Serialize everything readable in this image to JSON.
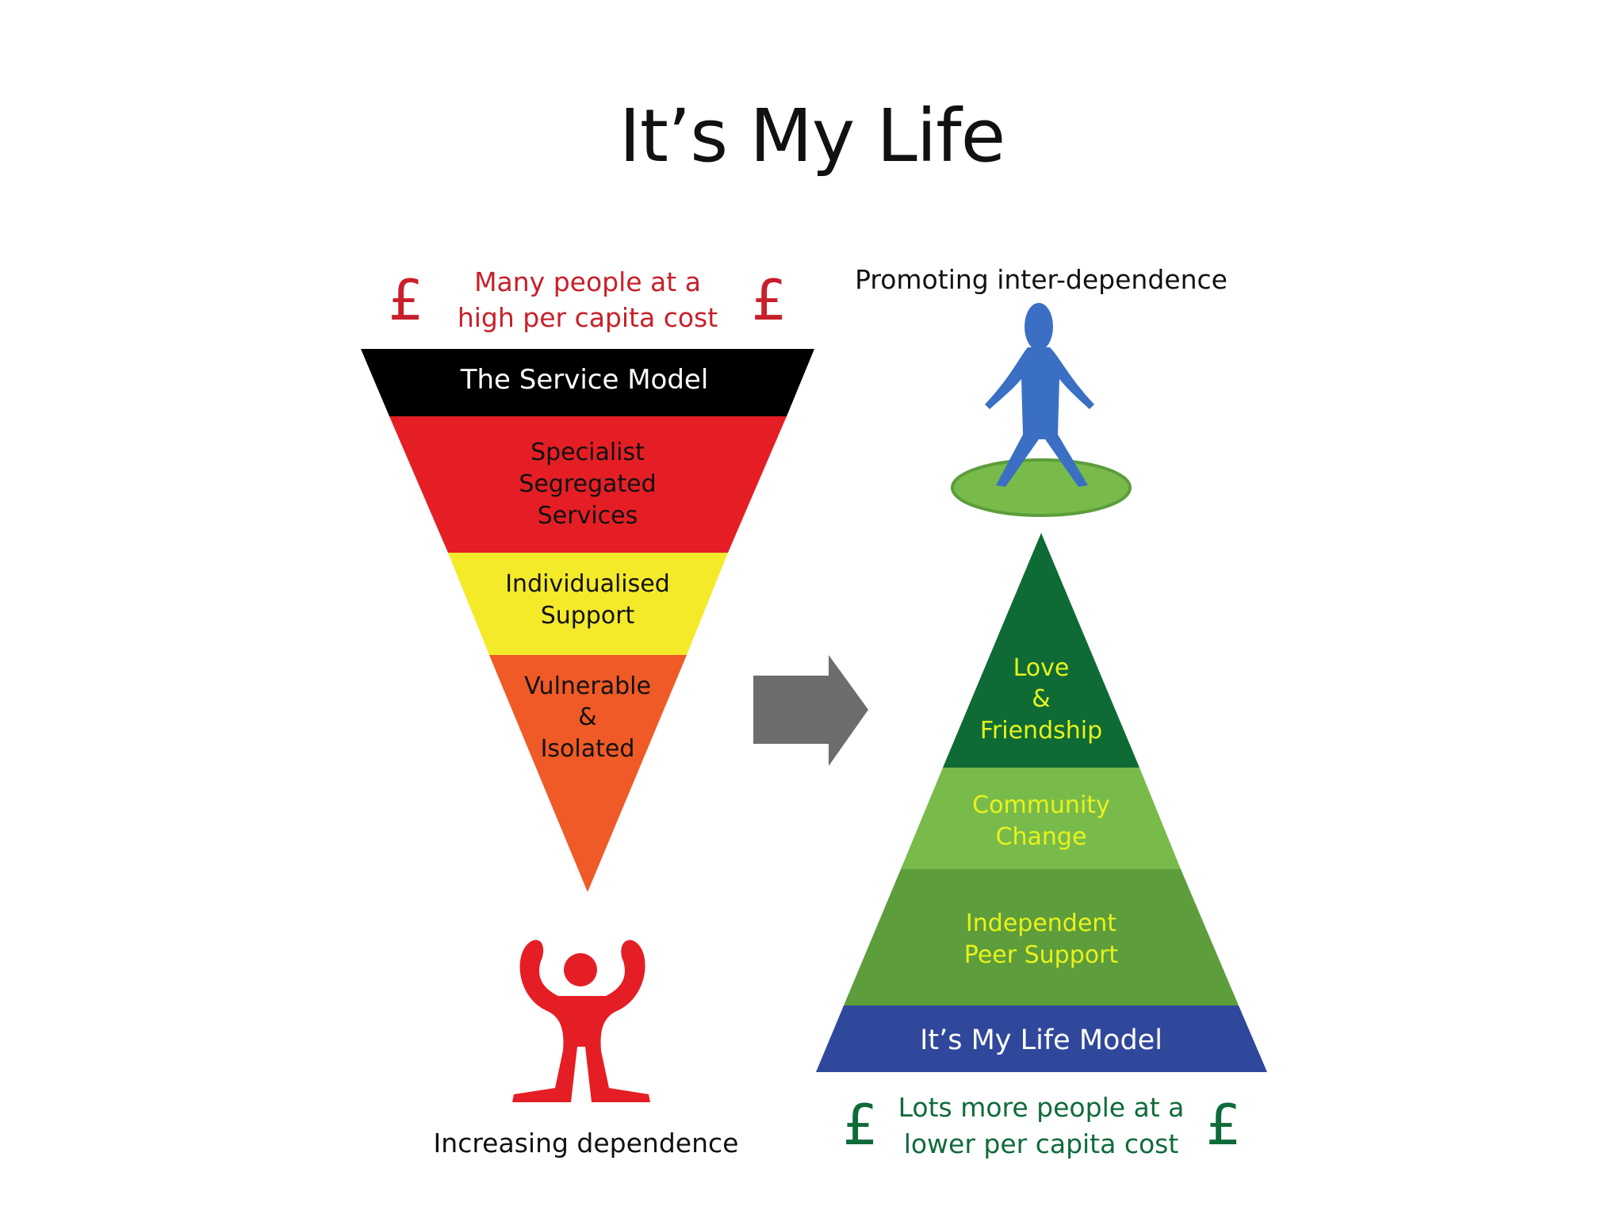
{
  "title": "It’s My Life",
  "colors": {
    "red_text": "#c8202a",
    "green_text": "#0f6b3a",
    "yellow_text": "#e8f21c",
    "black": "#000000",
    "red": "#e51e25",
    "yellow": "#f4ea2a",
    "orange": "#ef5a26",
    "dark_green": "#0f6b35",
    "light_green": "#78bb4a",
    "mid_green": "#5d9d3c",
    "blue": "#30489b",
    "figure_blue": "#3a6fc4",
    "arrow_gray": "#6d6d6d",
    "white": "#ffffff"
  },
  "left": {
    "currency": "£",
    "caption_lines": [
      "Many people at a",
      "high per capita cost"
    ],
    "layers": [
      {
        "lines": [
          "The Service Model"
        ]
      },
      {
        "lines": [
          "Specialist",
          "Segregated",
          "Services"
        ]
      },
      {
        "lines": [
          "Individualised",
          "Support"
        ]
      },
      {
        "lines": [
          "Vulnerable",
          "&",
          "Isolated"
        ]
      }
    ],
    "figure_icon": "raised-arms-person-icon",
    "footer": "Increasing dependence"
  },
  "arrow_icon": "right-arrow-icon",
  "right": {
    "header": "Promoting inter-dependence",
    "figure_icon": "standing-person-icon",
    "layers": [
      {
        "lines": [
          "Love",
          "&",
          "Friendship"
        ]
      },
      {
        "lines": [
          "Community",
          "Change"
        ]
      },
      {
        "lines": [
          "Independent",
          "Peer Support"
        ]
      },
      {
        "lines": [
          "It’s My Life Model"
        ]
      }
    ],
    "currency": "£",
    "caption_lines": [
      "Lots more people at a",
      "lower per capita cost"
    ]
  }
}
